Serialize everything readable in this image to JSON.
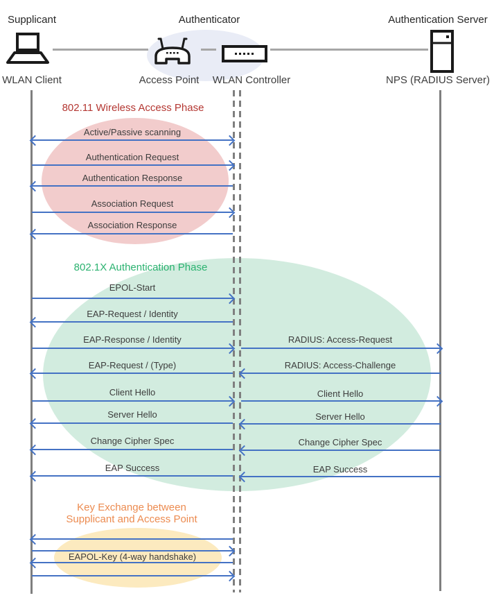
{
  "header": {
    "supplicant_role": "Supplicant",
    "authenticator_role": "Authenticator",
    "auth_server_role": "Authentication Server",
    "wlan_client": "WLAN Client",
    "access_point": "Access Point",
    "wlan_controller": "WLAN Controller",
    "nps": "NPS (RADIUS Server)"
  },
  "phases": {
    "p1": {
      "title": "802.11 Wireless Access Phase",
      "color": "#b43732",
      "fill": "#f2cccc"
    },
    "p2": {
      "title": "802.1X Authentication Phase",
      "color": "#2bb270",
      "fill": "#d2ecdf"
    },
    "p3": {
      "title_line1": "Key Exchange between",
      "title_line2": "Supplicant and Access Point",
      "color": "#ec8b50",
      "fill": "#fceabf"
    }
  },
  "messages": {
    "left": [
      {
        "label": "Active/Passive scanning",
        "direction": "both"
      },
      {
        "label": "Authentication Request",
        "direction": "right"
      },
      {
        "label": "Authentication Response",
        "direction": "left"
      },
      {
        "label": "Association Request",
        "direction": "right"
      },
      {
        "label": "Association Response",
        "direction": "left"
      },
      {
        "label": "EPOL-Start",
        "direction": "right"
      },
      {
        "label": "EAP-Request / Identity",
        "direction": "left"
      },
      {
        "label": "EAP-Response / Identity",
        "direction": "right"
      },
      {
        "label": "EAP-Request / (Type)",
        "direction": "left"
      },
      {
        "label": "Client Hello",
        "direction": "right"
      },
      {
        "label": "Server Hello",
        "direction": "left"
      },
      {
        "label": "Change Cipher Spec",
        "direction": "left"
      },
      {
        "label": "EAP Success",
        "direction": "left"
      },
      {
        "label": "EAPOL-Key (4-way handshake)",
        "direction": "left,right,left,right"
      }
    ],
    "right": [
      {
        "label": "RADIUS: Access-Request",
        "direction": "right"
      },
      {
        "label": "RADIUS: Access-Challenge",
        "direction": "left"
      },
      {
        "label": "Client Hello",
        "direction": "right"
      },
      {
        "label": "Server Hello",
        "direction": "left"
      },
      {
        "label": "Change Cipher Spec",
        "direction": "left"
      },
      {
        "label": "EAP Success",
        "direction": "left"
      }
    ]
  },
  "colors": {
    "arrow": "#4472c4",
    "lifeline": "#7f7f7f",
    "connector": "#a6a6a6",
    "authenticator_halo": "#e9ecf6"
  }
}
